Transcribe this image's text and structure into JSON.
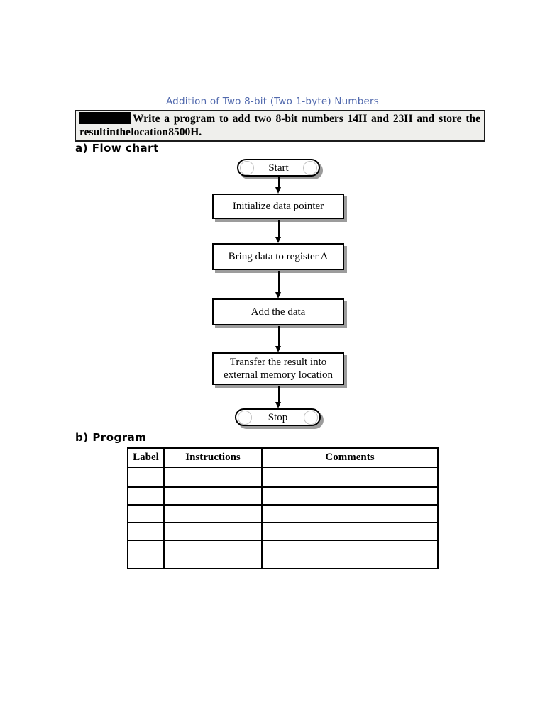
{
  "document": {
    "title": "Addition of Two 8-bit (Two 1-byte) Numbers"
  },
  "problem_statement": {
    "line1": "Write a program to add two 8-bit numbers 14H and 23H and store the",
    "line2": "result in the location 8500H.",
    "redaction_present": "true"
  },
  "section_a": {
    "heading": "a) Flow chart"
  },
  "section_b": {
    "heading": "b) Program"
  },
  "flowchart": {
    "nodes": [
      {
        "type": "terminator",
        "label": "Start"
      },
      {
        "type": "process",
        "label": "Initialize data pointer"
      },
      {
        "type": "process",
        "label": "Bring data to register A"
      },
      {
        "type": "process",
        "label": "Add the data"
      },
      {
        "type": "process",
        "label": "Transfer the result into external memory location",
        "lines": [
          "Transfer the result into",
          "external memory location"
        ]
      },
      {
        "type": "terminator",
        "label": "Stop"
      }
    ],
    "flow": "top-to-bottom with arrows between consecutive nodes"
  },
  "program_table": {
    "columns": [
      "Label",
      "Instructions",
      "Comments"
    ],
    "rows": [
      [
        "",
        "",
        ""
      ],
      [
        "",
        "",
        ""
      ],
      [
        "",
        "",
        ""
      ],
      [
        "",
        "",
        ""
      ],
      [
        "",
        "",
        ""
      ]
    ]
  },
  "colors": {
    "title_blue": "#5169ad",
    "problem_box_bg": "#efefec",
    "shadow_gray": "#9c9c9c",
    "border_black": "#000000"
  }
}
